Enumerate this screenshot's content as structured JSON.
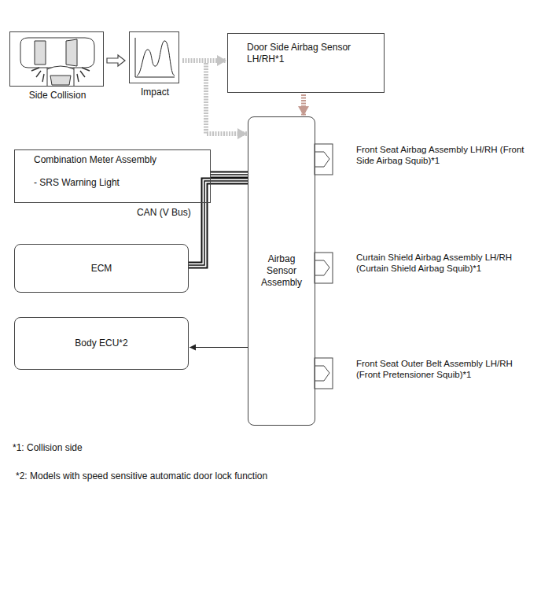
{
  "diagram": {
    "nodes": [
      {
        "text": [
          "Side Collision"
        ]
      },
      {
        "text": [
          "Impact"
        ]
      },
      {
        "text": [
          "Door Side Airbag Sensor LH/RH*1"
        ]
      },
      {
        "text": [
          "Airbag Sensor Assembly"
        ]
      },
      {
        "text": [
          "Combination Meter Assembly",
          "- SRS Warning Light"
        ]
      },
      {
        "text": [
          "ECM"
        ]
      },
      {
        "text": [
          "Body ECU*2"
        ]
      }
    ],
    "edges": [
      {
        "from": 0,
        "to": 1,
        "arrow": "to"
      },
      {
        "from": 1,
        "to": 2,
        "arrow": "to"
      },
      {
        "from": 1,
        "to": 3,
        "arrow": "to"
      },
      {
        "from": 2,
        "to": 3,
        "arrow": "to"
      },
      {
        "from": 4,
        "to": 3,
        "arrow": "none",
        "label": "CAN (V Bus)"
      },
      {
        "from": 5,
        "to": 3,
        "arrow": "none"
      },
      {
        "from": 3,
        "to": 6,
        "arrow": "to"
      }
    ],
    "labels": [
      "Front Seat Airbag Assembly LH/RH (Front Side Airbag Squib)*1",
      "Curtain Shield Airbag Assembly LH/RH (Curtain Shield Airbag Squib)*1",
      "Front Seat Outer Belt Assembly LH/RH (Front Pretensioner Squib)*1",
      "*1: Collision side",
      "*2: Models with speed sensitive automatic door lock function"
    ]
  }
}
